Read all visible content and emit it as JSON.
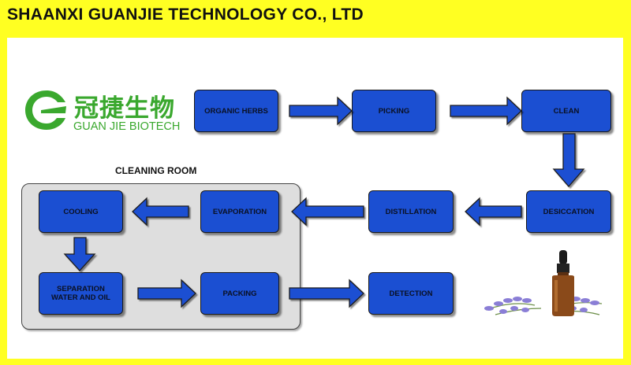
{
  "header": {
    "title": "SHAANXI GUANJIE TECHNOLOGY CO., LTD"
  },
  "logo": {
    "chinese": "冠捷生物",
    "english": "GUAN JIE BIOTECH"
  },
  "cleaning_room": {
    "title": "CLEANING ROOM"
  },
  "steps": {
    "organic_herbs": "ORGANIC HERBS",
    "picking": "PICKING",
    "clean": "CLEAN",
    "desiccation": "DESICCATION",
    "distillation": "DISTILLATION",
    "evaporation": "EVAPORATION",
    "cooling": "COOLING",
    "separation": "SEPARATION\nWATER AND OIL",
    "packing": "PACKING",
    "detection": "DETECTION"
  },
  "colors": {
    "background": "#ffff22",
    "box": "#1b4fd2",
    "logo_green": "#3aa82e"
  }
}
